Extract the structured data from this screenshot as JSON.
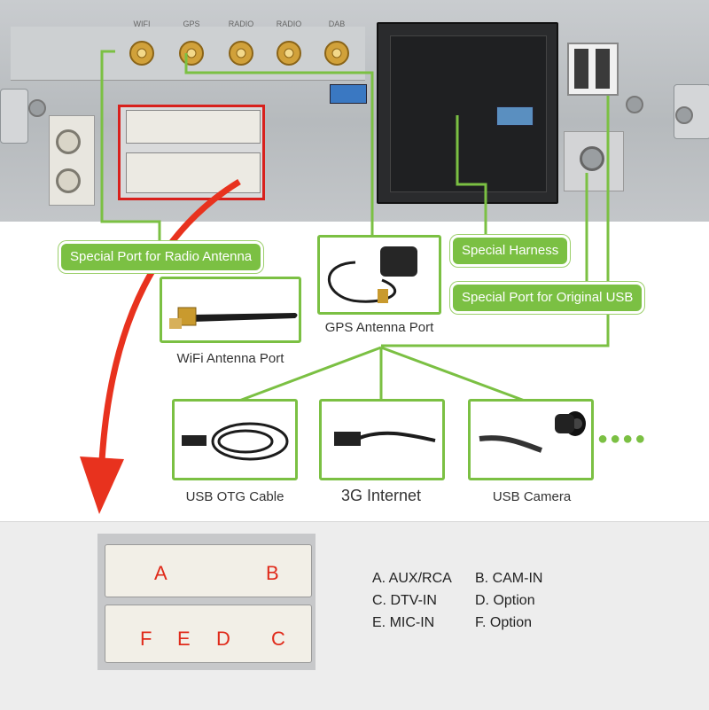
{
  "colors": {
    "accent_green": "#7bc043",
    "arrow_red": "#e8321e",
    "highlight_red": "#d8201c"
  },
  "antenna_ports": [
    "WIFI",
    "GPS",
    "RADIO",
    "RADIO",
    "DAB"
  ],
  "labels": {
    "radio_antenna": "Special Port for Radio Antenna",
    "special_harness": "Special Harness",
    "original_usb": "Special Port for Original USB"
  },
  "devices": {
    "wifi": {
      "caption": "WiFi Antenna Port",
      "icon": "wifi-antenna-icon"
    },
    "gps": {
      "caption": "GPS Antenna Port",
      "icon": "gps-antenna-icon"
    },
    "usb_otg": {
      "caption": "USB OTG Cable",
      "icon": "usb-cable-icon"
    },
    "internet_3g": {
      "caption": "3G Internet",
      "icon": "usb-dongle-icon"
    },
    "usb_camera": {
      "caption": "USB Camera",
      "icon": "camera-icon"
    }
  },
  "more_indicator": "●●●●",
  "connector_letters": {
    "a": "A",
    "b": "B",
    "f": "F",
    "e": "E",
    "d": "D",
    "c": "C"
  },
  "legend": [
    [
      "A. AUX/RCA",
      "B. CAM-IN"
    ],
    [
      "C. DTV-IN",
      "D. Option"
    ],
    [
      "E. MIC-IN",
      "F. Option"
    ]
  ]
}
